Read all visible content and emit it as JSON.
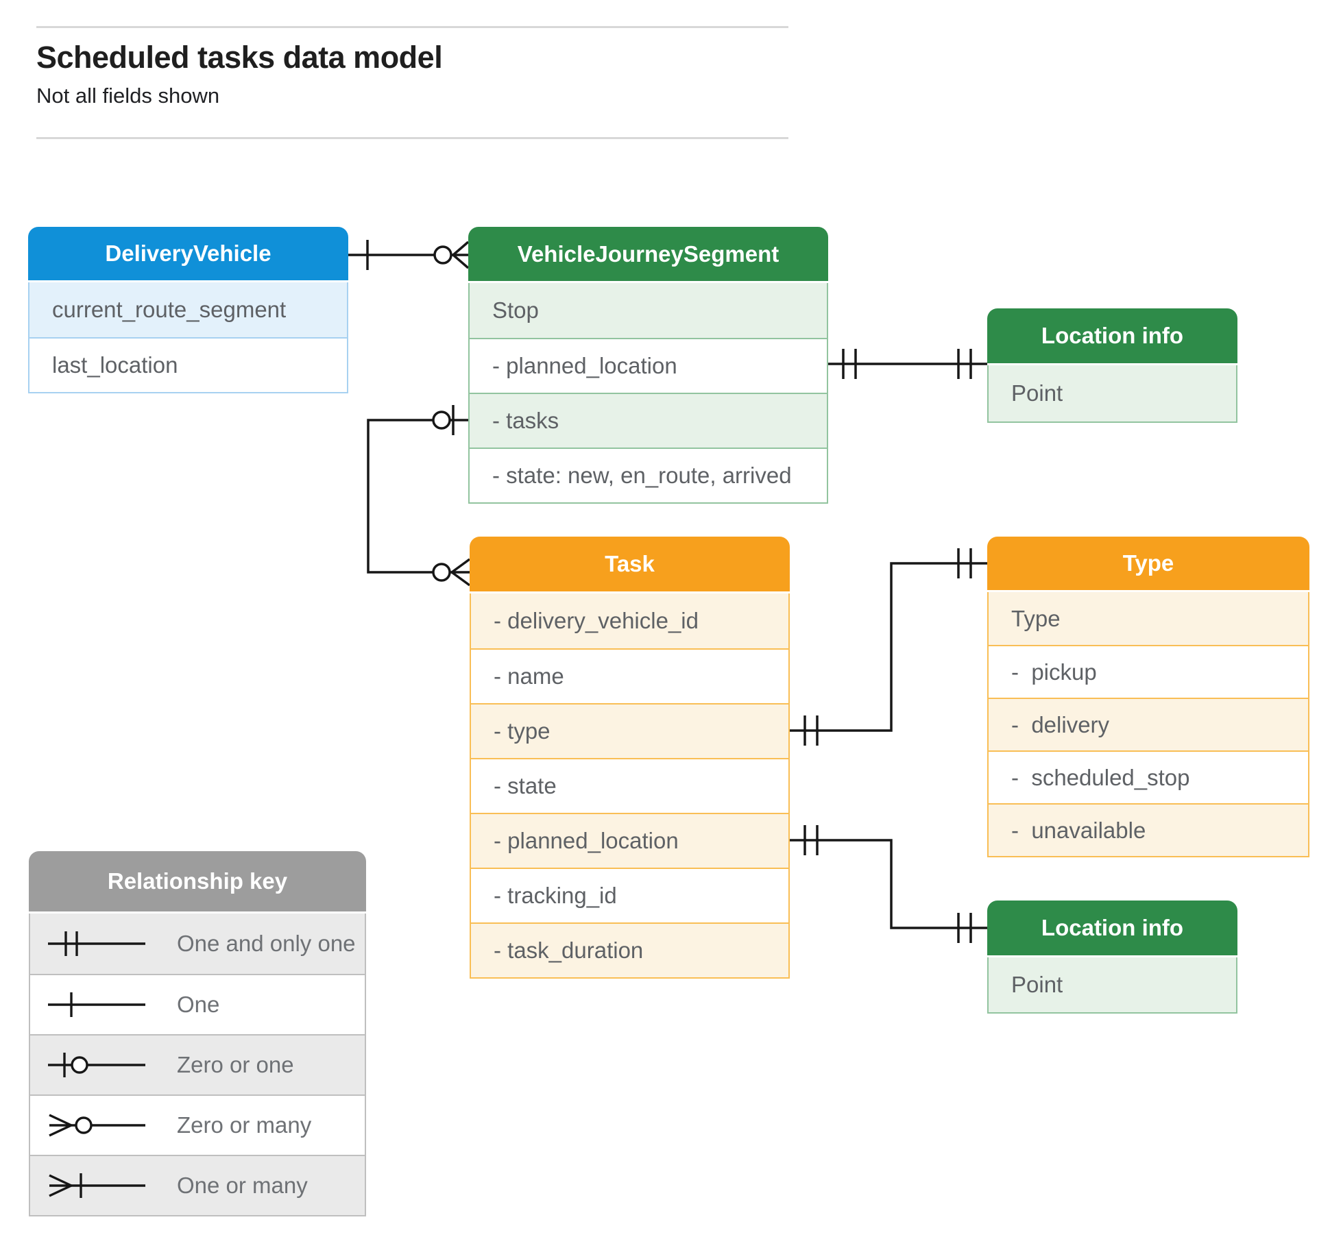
{
  "page": {
    "title": "Scheduled tasks data model",
    "subtitle": "Not all fields shown"
  },
  "colors": {
    "blue_header": "#1090d8",
    "green_header": "#2e8b49",
    "orange_header": "#f7a01d",
    "legend_header": "#9d9d9d",
    "blue_tint": "#e3f1fb",
    "green_tint": "#e7f2e8",
    "cream_tint": "#fcf3e2",
    "gray_tint": "#eaeaea",
    "row_text": "#5e6165",
    "connector": "#171717"
  },
  "entities": {
    "delivery_vehicle": {
      "title": "DeliveryVehicle",
      "rows": [
        "current_route_segment",
        "last_location"
      ]
    },
    "vehicle_journey_segment": {
      "title": "VehicleJourneySegment",
      "rows": [
        "Stop",
        "- planned_location",
        "- tasks",
        "- state: new, en_route, arrived"
      ]
    },
    "location_info_top": {
      "title": "Location info",
      "rows": [
        "Point"
      ]
    },
    "task": {
      "title": "Task",
      "rows": [
        "- delivery_vehicle_id",
        "- name",
        "- type",
        "- state",
        "- planned_location",
        "- tracking_id",
        "- task_duration"
      ]
    },
    "type": {
      "title": "Type",
      "rows": [
        "Type",
        "-  pickup",
        "-  delivery",
        "-  scheduled_stop",
        "-  unavailable"
      ]
    },
    "location_info_bottom": {
      "title": "Location info",
      "rows": [
        "Point"
      ]
    }
  },
  "legend": {
    "title": "Relationship key",
    "items": [
      {
        "symbol": "one-and-only-one",
        "label": "One and only one"
      },
      {
        "symbol": "one",
        "label": "One"
      },
      {
        "symbol": "zero-or-one",
        "label": "Zero or one"
      },
      {
        "symbol": "zero-or-many",
        "label": "Zero or many"
      },
      {
        "symbol": "one-or-many",
        "label": "One or many"
      }
    ]
  },
  "relationships": [
    "DeliveryVehicle one — zero-or-many VehicleJourneySegment",
    "VehicleJourneySegment.tasks zero-or-one — zero-or-many Task",
    "VehicleJourneySegment.planned_location one-and-only-one — one-and-only-one Location info",
    "Task.type one-and-only-one — one-and-only-one Type",
    "Task.planned_location one-and-only-one — one-and-only-one Location info"
  ]
}
